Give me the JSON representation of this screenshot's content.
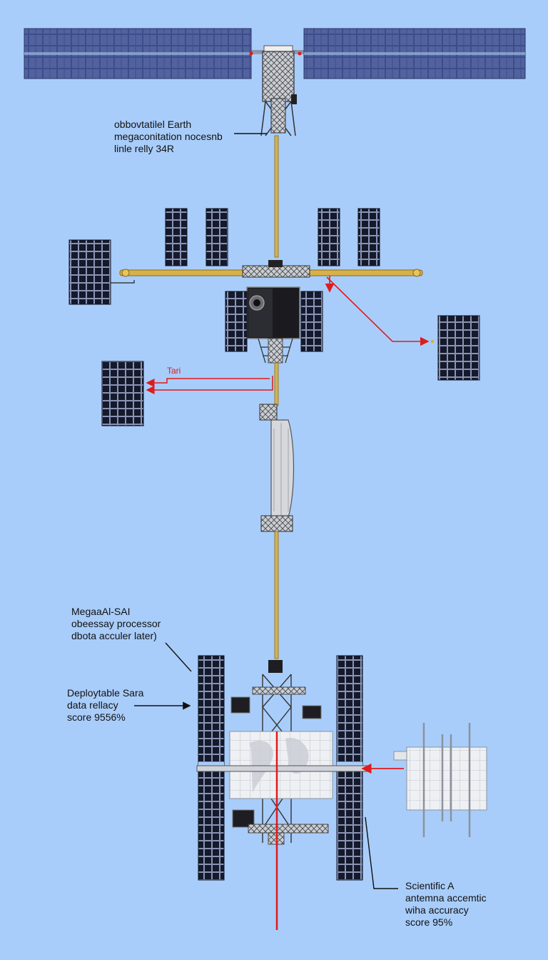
{
  "colors": {
    "sky": "#a9cdfa",
    "solar_blue": "#3c4d8c",
    "solar_dark": "#141a2b",
    "truss_gold": "#d7b24a",
    "pointer_red": "#e01b1b"
  },
  "labels": {
    "top": [
      "obbovtatilel Earth",
      "megaconitation nocesnb",
      "linle relly 34R"
    ],
    "tari": "Tari",
    "mega": [
      "MegaaAl-SAI",
      "obeessay processor",
      "dbota acculer later)"
    ],
    "deploy": [
      "Deploytable Sara",
      "data rellacy",
      "score 9556%"
    ],
    "sci": [
      "Scientific A",
      "antemna accemtic",
      "wiha accuracy",
      "score 95%"
    ]
  }
}
